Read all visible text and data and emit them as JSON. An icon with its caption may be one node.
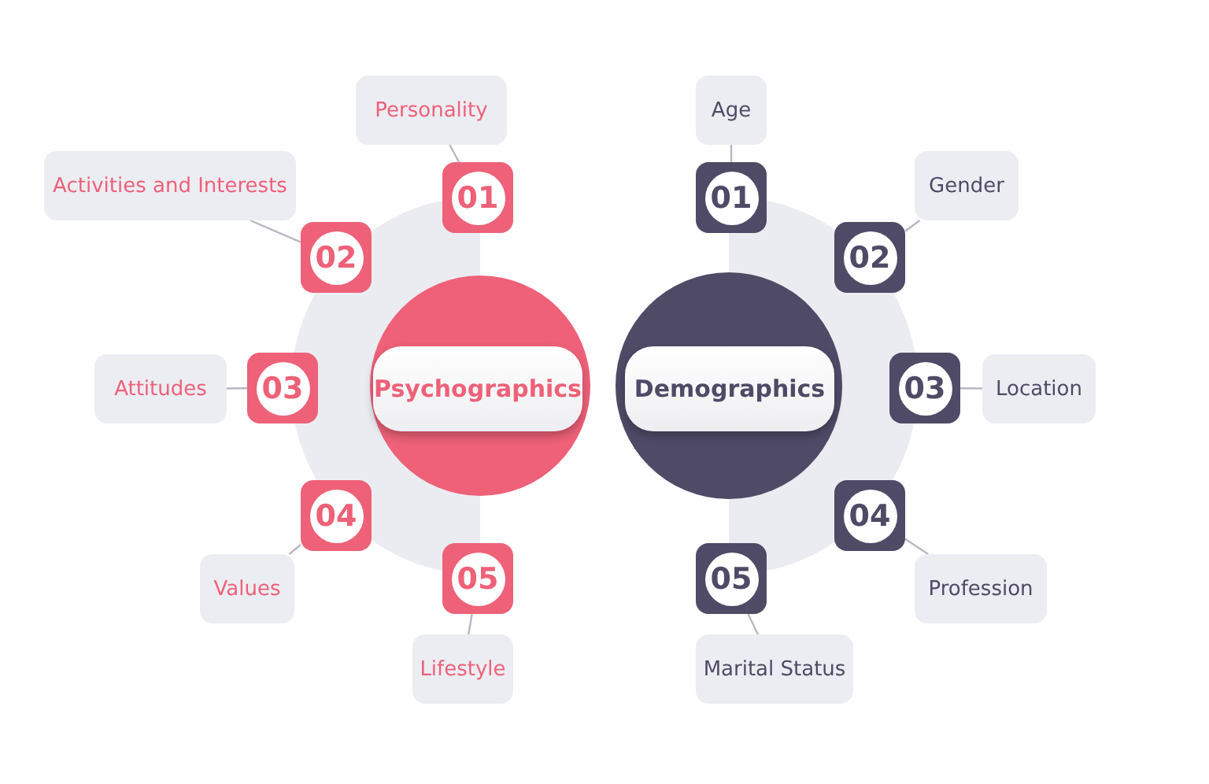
{
  "diagram": {
    "nodes": [
      {
        "text": [
          "Psychographics"
        ]
      },
      {
        "text": [
          "01"
        ]
      },
      {
        "text": [
          "Personality"
        ]
      },
      {
        "text": [
          "02"
        ]
      },
      {
        "text": [
          "Activities and Interests"
        ]
      },
      {
        "text": [
          "03"
        ]
      },
      {
        "text": [
          "Attitudes"
        ]
      },
      {
        "text": [
          "04"
        ]
      },
      {
        "text": [
          "Values"
        ]
      },
      {
        "text": [
          "05"
        ]
      },
      {
        "text": [
          "Lifestyle"
        ]
      },
      {
        "text": [
          "Demographics"
        ]
      },
      {
        "text": [
          "01"
        ]
      },
      {
        "text": [
          "Age"
        ]
      },
      {
        "text": [
          "02"
        ]
      },
      {
        "text": [
          "Gender"
        ]
      },
      {
        "text": [
          "03"
        ]
      },
      {
        "text": [
          "Location"
        ]
      },
      {
        "text": [
          "04"
        ]
      },
      {
        "text": [
          "Profession"
        ]
      },
      {
        "text": [
          "05"
        ]
      },
      {
        "text": [
          "Marital Status"
        ]
      }
    ],
    "edges": [
      {
        "from": 1,
        "to": 2,
        "arrow": "none"
      },
      {
        "from": 3,
        "to": 4,
        "arrow": "none"
      },
      {
        "from": 5,
        "to": 6,
        "arrow": "none"
      },
      {
        "from": 7,
        "to": 8,
        "arrow": "none"
      },
      {
        "from": 9,
        "to": 10,
        "arrow": "none"
      },
      {
        "from": 12,
        "to": 13,
        "arrow": "none"
      },
      {
        "from": 14,
        "to": 15,
        "arrow": "none"
      },
      {
        "from": 16,
        "to": 17,
        "arrow": "none"
      },
      {
        "from": 18,
        "to": 19,
        "arrow": "none"
      },
      {
        "from": 20,
        "to": 21,
        "arrow": "none"
      }
    ]
  }
}
